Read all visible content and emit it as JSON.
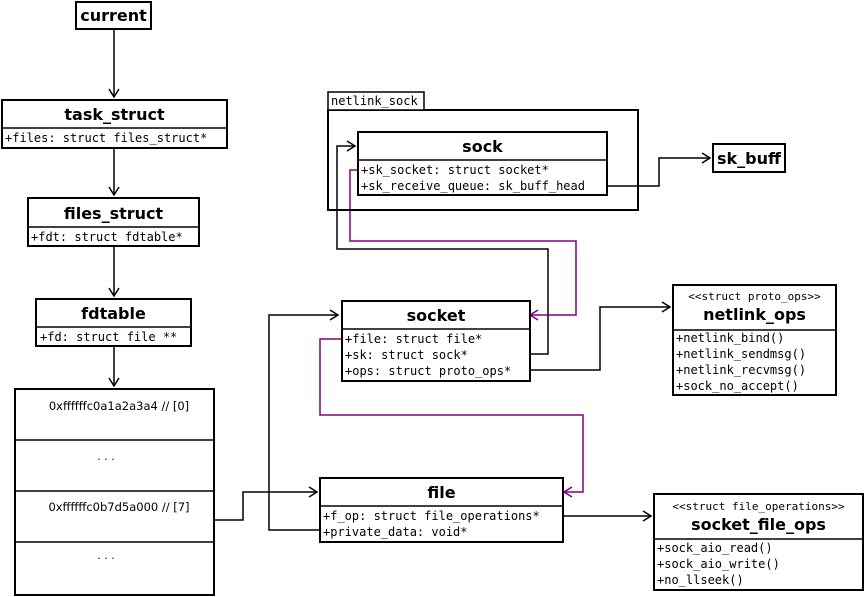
{
  "current": {
    "title": "current"
  },
  "task_struct": {
    "title": "task_struct",
    "fields": [
      "+files: struct files_struct*"
    ]
  },
  "files_struct": {
    "title": "files_struct",
    "fields": [
      "+fdt: struct fdtable*"
    ]
  },
  "fdtable": {
    "title": "fdtable",
    "fields": [
      "+fd: struct file **"
    ]
  },
  "fd_array": {
    "cells": [
      "0xffffffc0a1a2a3a4 // [0]",
      ". . .",
      "0xffffffc0b7d5a000 // [7]",
      ". . ."
    ]
  },
  "netlink_sock": {
    "label": "netlink_sock"
  },
  "sock": {
    "title": "sock",
    "fields": [
      "+sk_socket: struct socket*",
      "+sk_receive_queue: sk_buff_head"
    ]
  },
  "sk_buff": {
    "title": "sk_buff"
  },
  "socket": {
    "title": "socket",
    "fields": [
      "+file: struct file*",
      "+sk: struct sock*",
      "+ops: struct proto_ops*"
    ]
  },
  "netlink_ops": {
    "stereotype": "<<struct proto_ops>>",
    "title": "netlink_ops",
    "fields": [
      "+netlink_bind()",
      "+netlink_sendmsg()",
      "+netlink_recvmsg()",
      "+sock_no_accept()"
    ]
  },
  "file": {
    "title": "file",
    "fields": [
      "+f_op: struct file_operations*",
      "+private_data: void*"
    ]
  },
  "socket_file_ops": {
    "stereotype": "<<struct file_operations>>",
    "title": "socket_file_ops",
    "fields": [
      "+sock_aio_read()",
      "+sock_aio_write()",
      "+no_llseek()"
    ]
  },
  "colors": {
    "line": "#000000",
    "back_reference": "#800080"
  }
}
